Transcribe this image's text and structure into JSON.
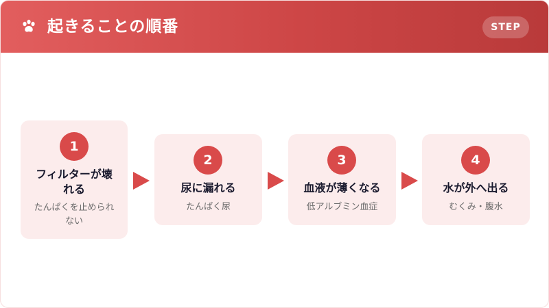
{
  "header": {
    "icon": "paw-icon",
    "title": "起きることの順番",
    "badge": "STEP"
  },
  "steps": [
    {
      "number": "1",
      "title_line1": "フィルターが壊",
      "title_line2": "れる",
      "desc_line1": "たんぱくを止められ",
      "desc_line2": "ない"
    },
    {
      "number": "2",
      "title": "尿に漏れる",
      "desc": "たんぱく尿"
    },
    {
      "number": "3",
      "title": "血液が薄くなる",
      "desc": "低アルブミン血症"
    },
    {
      "number": "4",
      "title": "水が外へ出る",
      "desc": "むくみ・腹水"
    }
  ],
  "colors": {
    "accent": "#d94a4a",
    "header_start": "#e25e5e",
    "header_end": "#b93a3a",
    "card_bg": "#fcecec",
    "title_text": "#1a1a2e",
    "desc_text": "#6b6b6b"
  }
}
